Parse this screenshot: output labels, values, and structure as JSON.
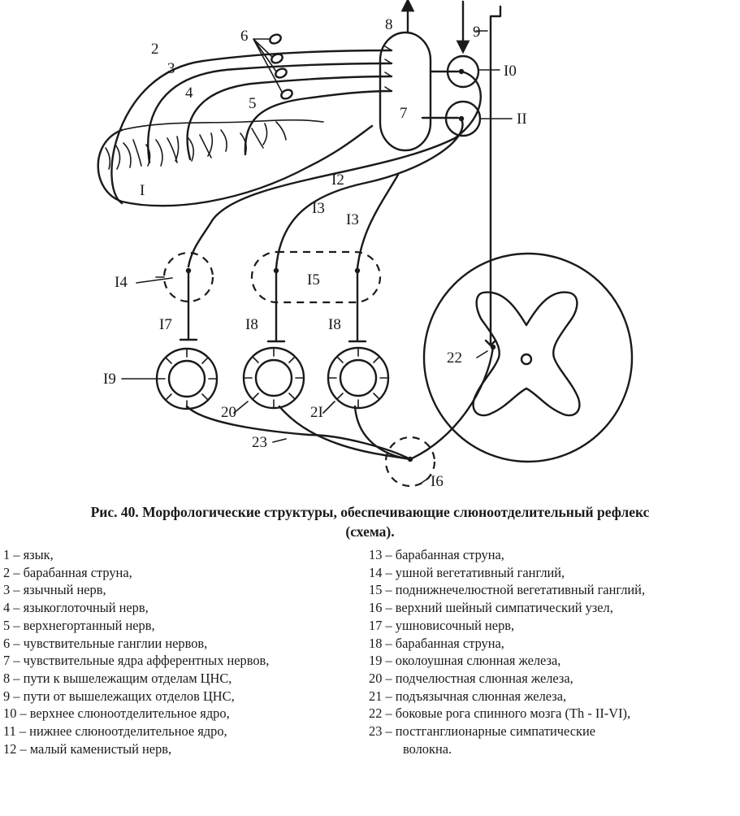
{
  "diagram": {
    "labels": {
      "n1": "I",
      "n2": "2",
      "n3": "3",
      "n4": "4",
      "n5": "5",
      "n6": "6",
      "n7": "7",
      "n8": "8",
      "n9": "9",
      "n10": "I0",
      "n11": "II",
      "n12": "I2",
      "n13a": "I3",
      "n13b": "I3",
      "n14": "I4",
      "n15": "I5",
      "n16": "I6",
      "n17": "I7",
      "n18a": "I8",
      "n18b": "I8",
      "n19": "I9",
      "n20": "20",
      "n21": "2I",
      "n22": "22",
      "n23": "23"
    }
  },
  "caption": {
    "line1": "Рис. 40. Морфологические структуры, обеспечивающие слюноотделительный рефлекс",
    "line2": "(схема)."
  },
  "legend": {
    "left": [
      "1 – язык,",
      "2 – барабанная струна,",
      "3 – язычный нерв,",
      "4 – языкоглоточный нерв,",
      "5 – верхнегортанный нерв,",
      "6 – чувствительные ганглии нервов,",
      "7 – чувствительные ядра афферентных нервов,",
      "8 – пути к вышележащим отделам ЦНС,",
      "9 – пути от вышележащих отделов ЦНС,",
      "10 – верхнее слюноотделительное ядро,",
      "11 – нижнее слюноотделительное ядро,",
      "12 – малый каменистый нерв,"
    ],
    "right": [
      "13 – барабанная струна,",
      "14 – ушной вегетативный ганглий,",
      "15 – поднижнечелюстной вегетативный ганглий,",
      "16 – верхний шейный симпатический узел,",
      "17 – ушновисочный нерв,",
      "18 – барабанная струна,",
      "19 – околоушная слюнная железа,",
      "20 – подчелюстная слюнная железа,",
      "21 – подъязычная слюнная железа,",
      "22 – боковые рога  спинного мозга (Th - II-VI),",
      "23 – постганглионарные симпатические",
      "волокна."
    ]
  }
}
